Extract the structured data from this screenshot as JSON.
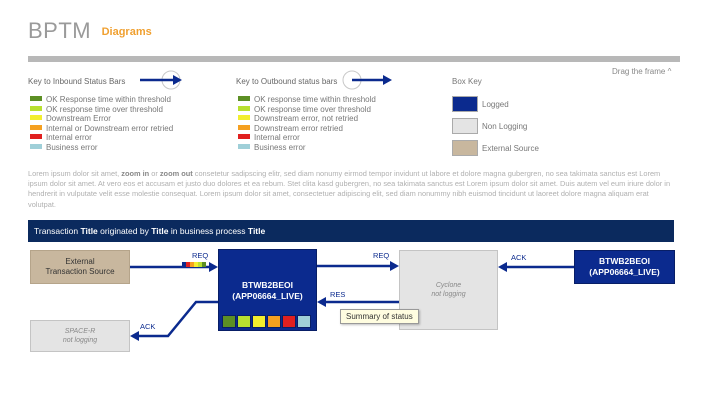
{
  "header": {
    "brand": "BPTM",
    "subtitle": "Diagrams",
    "drag_label": "Drag the frame ^"
  },
  "inbound_key": {
    "title": "Key to Inbound Status Bars",
    "items": [
      {
        "color": "#5c8f24",
        "label": "OK Response time within threshold"
      },
      {
        "color": "#b8e030",
        "label": "OK response time over threshold"
      },
      {
        "color": "#f2ee2e",
        "label": "Downstream Error"
      },
      {
        "color": "#f5a020",
        "label": "Internal or Downstream error retried"
      },
      {
        "color": "#e02020",
        "label": "Internal error"
      },
      {
        "color": "#9fcfd8",
        "label": "Business error"
      }
    ]
  },
  "outbound_key": {
    "title": "Key to Outbound status bars",
    "items": [
      {
        "color": "#5c8f24",
        "label": "OK response time within threshold"
      },
      {
        "color": "#b8e030",
        "label": "OK response time over threshold"
      },
      {
        "color": "#f2ee2e",
        "label": "Downstream error, not retried"
      },
      {
        "color": "#f5a020",
        "label": "Downstream error retried"
      },
      {
        "color": "#e02020",
        "label": "Internal error"
      },
      {
        "color": "#9fcfd8",
        "label": "Business error"
      }
    ]
  },
  "box_key": {
    "title": "Box Key",
    "items": [
      {
        "color": "#0b2a8e",
        "label": "Logged"
      },
      {
        "color": "#e4e4e4",
        "label": "Non Logging"
      },
      {
        "color": "#c8b79e",
        "label": "External Source"
      }
    ]
  },
  "lorem": {
    "p1": "Lorem ipsum dolor sit amet, ",
    "b1": "zoom in",
    "p2": " or ",
    "b2": "zoom out",
    "p3": " consetetur sadipscing elitr, sed diam nonumy eirmod tempor invidunt ut labore et dolore magna gubergren, no sea takimata sanctus est Lorem ipsum dolor sit amet. At vero eos et accusam et justo duo dolores et ea rebum. Stet clita kasd gubergren, no sea takimata sanctus est Lorem ipsum dolor sit amet. Duis autem vel eum iriure dolor in hendrerit in vulputate velit esse molestie consequat. Lorem ipsum dolor sit amet, consectetuer adipiscing elit, sed diam nonummy nibh euismod tincidunt ut laoreet dolore magna aliquam erat volutpat."
  },
  "banner": {
    "t1": "Transaction ",
    "b1": "Title",
    "t2": " originated by ",
    "b2": "Title",
    "t3": " in business process ",
    "b3": "Title"
  },
  "diagram": {
    "external_line1": "External",
    "external_line2": "Transaction Source",
    "space_line1": "SPACE-R",
    "space_line2": "not logging",
    "cyclone_line1": "Cyclone",
    "cyclone_line2": "not logging",
    "main_line1": "BTWB2BEOI",
    "main_line2": "(APP06664_LIVE)",
    "right_line1": "BTWB2BEOI",
    "right_line2": "(APP06664_LIVE)",
    "req_in": "REQ",
    "req_out": "REQ",
    "res": "RES",
    "ack_right": "ACK",
    "ack_left": "ACK",
    "tooltip": "Summary of status",
    "status_colors": [
      "#5c8f24",
      "#b8e030",
      "#f2ee2e",
      "#f5a020",
      "#e02020",
      "#9fcfd8"
    ],
    "mini_colors": [
      "#0b2a8e",
      "#e02020",
      "#f5a020",
      "#f2ee2e",
      "#b8e030",
      "#5c8f24"
    ]
  }
}
